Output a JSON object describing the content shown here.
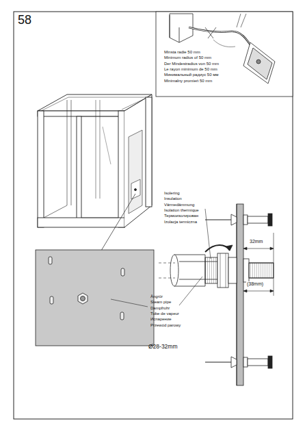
{
  "diagram": {
    "labels": [
      "58",
      "Minsta radie 50 mm",
      "Minimum radius of 50 mm",
      "Der Mindestradius von 50 mm",
      "Le rayon minimum de 50 mm",
      "Минимальный радиус 50 мм",
      "Minimalny promień 50 mm",
      "Isolering",
      "Insulation",
      "Värmedämmung",
      "Isolation thermique",
      "Термоизолирован",
      "Izolacja termiczna",
      "Ångrör",
      "Steam pipe",
      "Dampfrohr",
      "Tube de vapeur",
      "Испарение",
      "Przewód parowy",
      "Ø28-32mm",
      "32mm",
      "(38mm)"
    ]
  }
}
